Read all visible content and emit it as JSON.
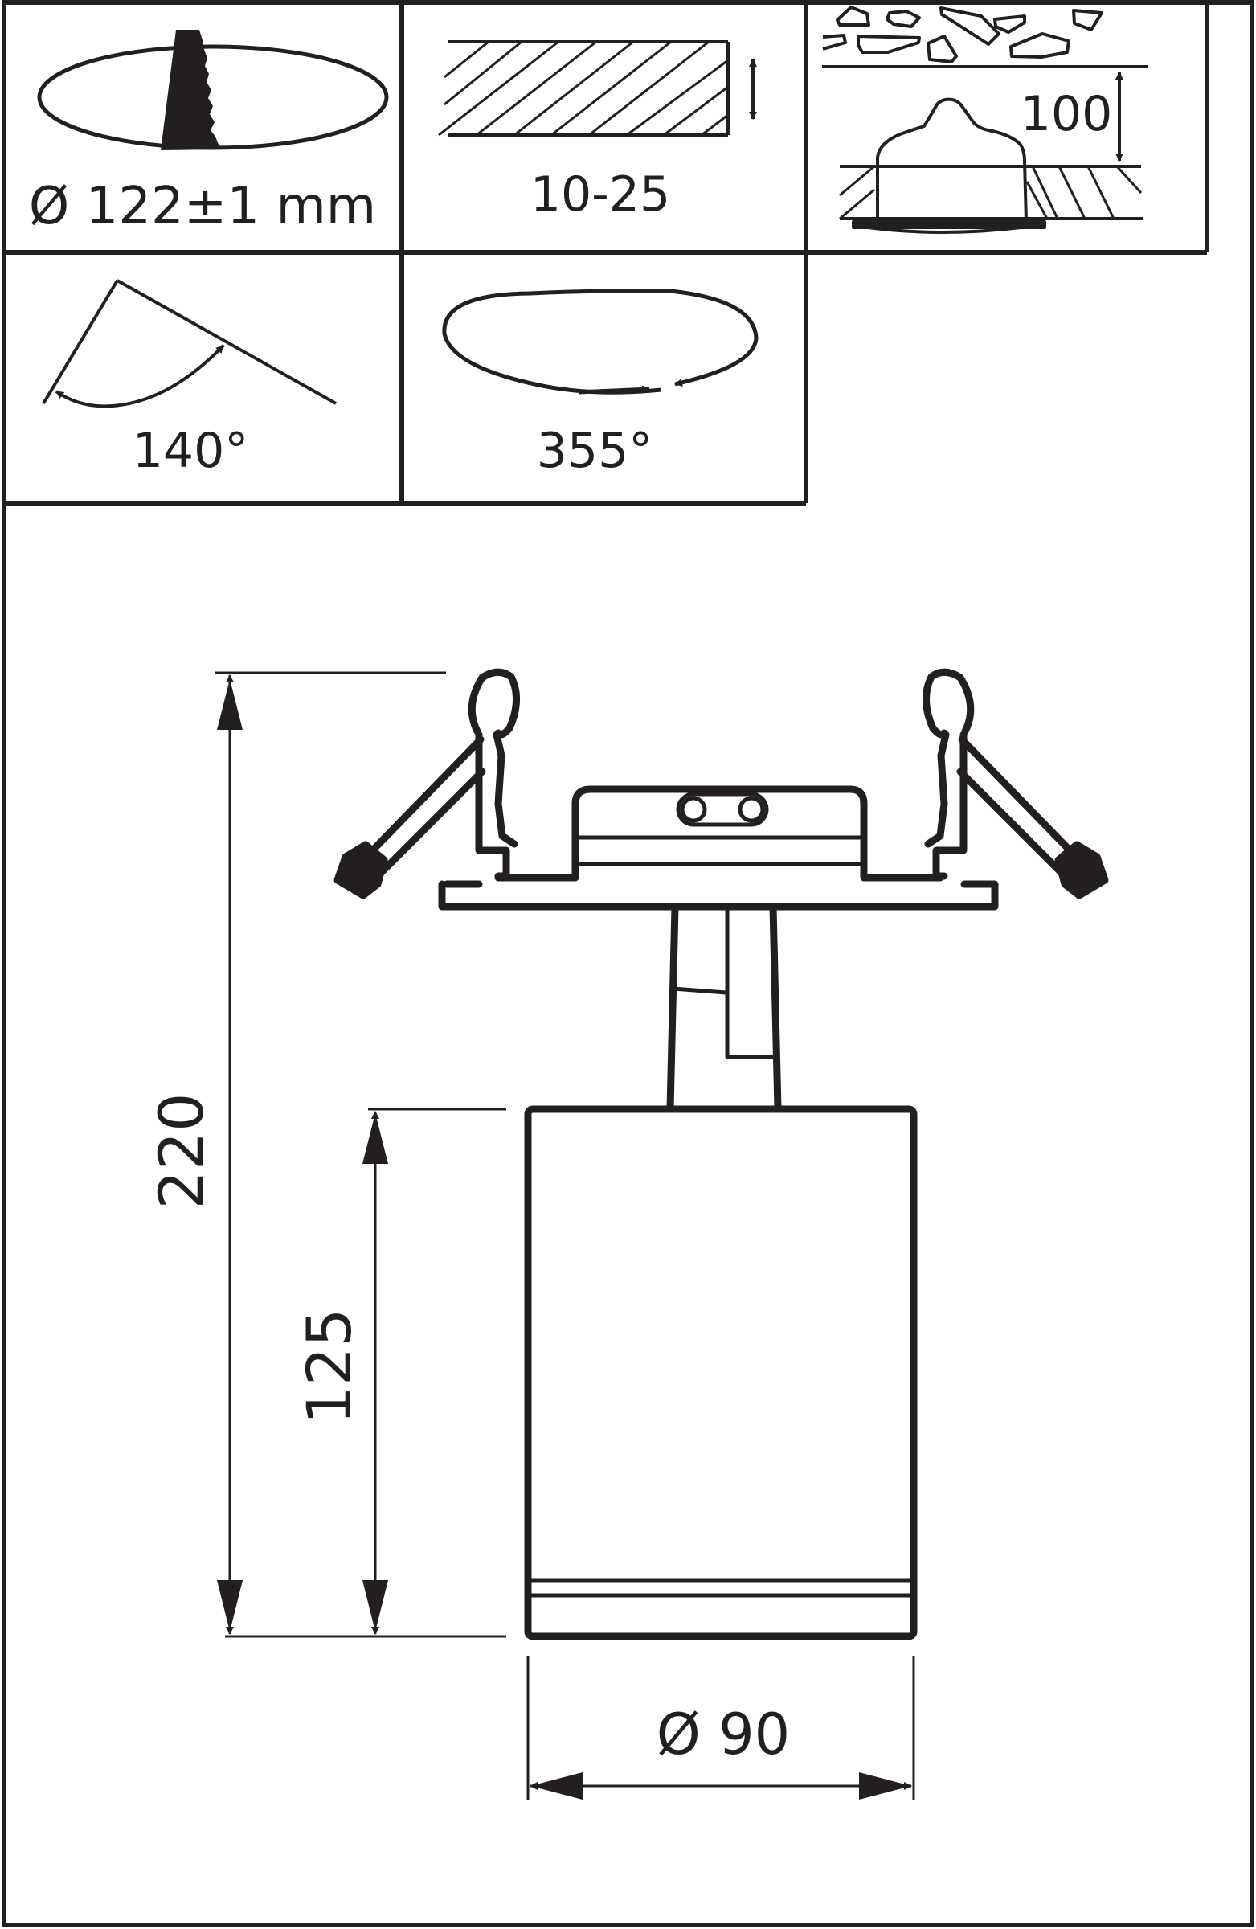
{
  "diagram": {
    "type": "technical-drawing",
    "subject": "recessed downlight / spot luminaire dimensional drawing",
    "colors": {
      "line": "#231f20",
      "background": "#ffffff"
    },
    "installation_icons": [
      {
        "id": "cutout",
        "icon": "saw-cutout-icon",
        "label": "Ø 122±1 mm"
      },
      {
        "id": "ceiling-thickness",
        "icon": "ceiling-thickness-icon",
        "label": "10-25"
      },
      {
        "id": "clearance",
        "icon": "insulation-clearance-icon",
        "label": "100"
      },
      {
        "id": "tilt",
        "icon": "tilt-angle-icon",
        "label": "140°"
      },
      {
        "id": "rotation",
        "icon": "rotation-icon",
        "label": "355°"
      }
    ],
    "dimensions": {
      "total_height": "220",
      "housing_height": "125",
      "housing_diameter": "Ø 90"
    }
  }
}
